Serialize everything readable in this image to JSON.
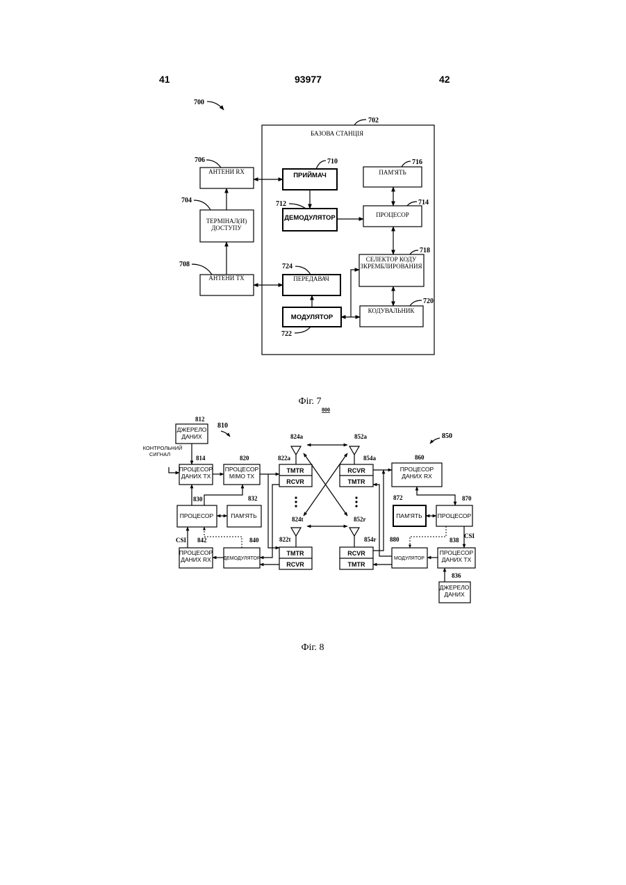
{
  "header": {
    "left_page": "41",
    "doc_number": "93977",
    "right_page": "42"
  },
  "fig7": {
    "ref": "700",
    "caption": "Фіг. 7",
    "base_station": {
      "ref": "702",
      "label": "БАЗОВА СТАНЦІЯ"
    },
    "blocks": {
      "antennas_rx": {
        "ref": "706",
        "label": "АНТЕНИ RX"
      },
      "access_terminals": {
        "ref": "704",
        "line1": "ТЕРМІНАЛ(И)",
        "line2": "ДОСТУПУ"
      },
      "antennas_tx": {
        "ref": "708",
        "label": "АНТЕНИ TX"
      },
      "receiver": {
        "ref": "710",
        "label": "ПРИЙМАЧ"
      },
      "demodulator": {
        "ref": "712",
        "label": "ДЕМОДУЛЯТОР"
      },
      "memory": {
        "ref": "716",
        "label": "ПАМ'ЯТЬ"
      },
      "processor": {
        "ref": "714",
        "label": "ПРОЦЕСОР"
      },
      "scrambling_selector": {
        "ref": "718",
        "line1": "СЕЛЕКТОР КОДУ",
        "line2": "ЗКРЕМБЛИРОВАНИЯ"
      },
      "transmitter": {
        "ref": "724",
        "label": "ПЕРЕДАВАЧ"
      },
      "modulator": {
        "ref": "722",
        "label": "МОДУЛЯТОР"
      },
      "encoder": {
        "ref": "720",
        "label": "КОДУВАЛЬНИК"
      }
    }
  },
  "fig8": {
    "ref": "800",
    "caption": "Фіг. 8",
    "left_ref": "810",
    "right_ref": "850",
    "control_signal": {
      "line1": "КОНТРОЛЬНИЙ",
      "line2": "СИГНАЛ"
    },
    "csi": "CSI",
    "blocks": {
      "data_source_left": {
        "ref": "812",
        "line1": "ДЖЕРЕЛО",
        "line2": "ДАНИХ"
      },
      "tx_data_proc_left": {
        "ref": "814",
        "line1": "ПРОЦЕСОР",
        "line2": "ДАНИХ TX"
      },
      "mimo_tx_proc": {
        "ref": "820",
        "line1": "ПРОЦЕСОР",
        "line2": "MIMO TX"
      },
      "processor_left": {
        "ref": "830",
        "label": "ПРОЦЕСОР"
      },
      "memory_left": {
        "ref": "832",
        "label": "ПАМ'ЯТЬ"
      },
      "rx_data_proc_left": {
        "ref": "842",
        "line1": "ПРОЦЕСОР",
        "line2": "ДАНИХ RX"
      },
      "demodulator": {
        "ref": "840",
        "label": "ДЕМОДУЛЯТОР"
      },
      "trx_top_left": {
        "ref": "822a",
        "top": "TMTR",
        "bottom": "RCVR"
      },
      "trx_bottom_left": {
        "ref": "822t",
        "top": "TMTR",
        "bottom": "RCVR"
      },
      "trx_top_right": {
        "ref": "854a",
        "top": "RCVR",
        "bottom": "TMTR"
      },
      "trx_bottom_right": {
        "ref": "854r",
        "top": "RCVR",
        "bottom": "TMTR"
      },
      "antenna_824a": {
        "ref": "824a"
      },
      "antenna_824t": {
        "ref": "824t"
      },
      "antenna_852a": {
        "ref": "852a"
      },
      "antenna_852r": {
        "ref": "852r"
      },
      "rx_data_proc_right": {
        "ref": "860",
        "line1": "ПРОЦЕСОР",
        "line2": "ДАНИХ RX"
      },
      "memory_right": {
        "ref": "872",
        "label": "ПАМ'ЯТЬ"
      },
      "processor_right": {
        "ref": "870",
        "label": "ПРОЦЕСОР"
      },
      "modulator": {
        "ref": "880",
        "label": "МОДУЛЯТОР"
      },
      "tx_data_proc_right": {
        "ref": "838",
        "line1": "ПРОЦЕСОР",
        "line2": "ДАНИХ TX"
      },
      "data_source_right": {
        "ref": "836",
        "line1": "ДЖЕРЕЛО",
        "line2": "ДАНИХ"
      }
    }
  }
}
